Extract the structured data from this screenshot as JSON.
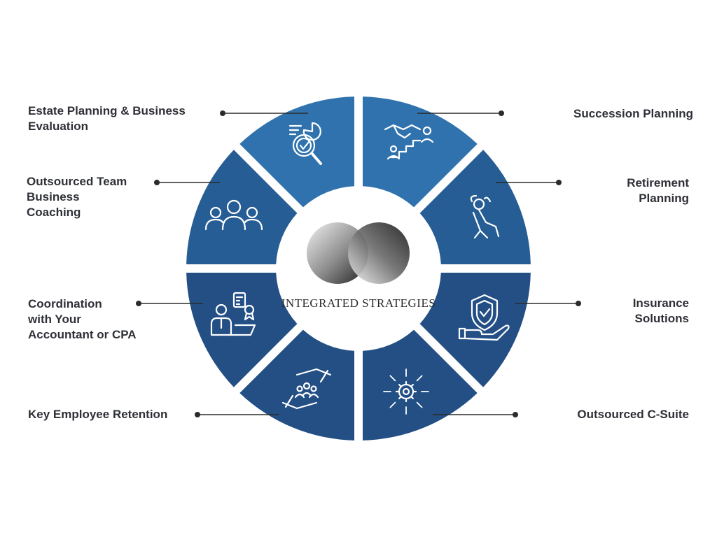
{
  "brand": {
    "name": "INTEGRATED STRATEGIES"
  },
  "colors": {
    "segment_top": "#2f72ad",
    "segment_mid": "#255d94",
    "segment_bottom": "#234f85",
    "line": "#2b2b2b",
    "text": "#2e3036",
    "icon": "#ffffff"
  },
  "segments": [
    {
      "label": "Succession Planning",
      "icon": "handshake-stairs-icon"
    },
    {
      "label": "Retirement\nPlanning",
      "icon": "relaxing-person-icon"
    },
    {
      "label": "Insurance\nSolutions",
      "icon": "shield-hand-icon"
    },
    {
      "label": "Outsourced C-Suite",
      "icon": "gear-arrows-icon"
    },
    {
      "label": "Key Employee Retention",
      "icon": "team-hands-icon"
    },
    {
      "label": "Coordination\nwith Your\nAccountant or CPA",
      "icon": "accountant-icon"
    },
    {
      "label": "Outsourced Team\nBusiness\nCoaching",
      "icon": "team-icon"
    },
    {
      "label": "Estate Planning & Business\nEvaluation",
      "icon": "analysis-magnifier-icon"
    }
  ]
}
